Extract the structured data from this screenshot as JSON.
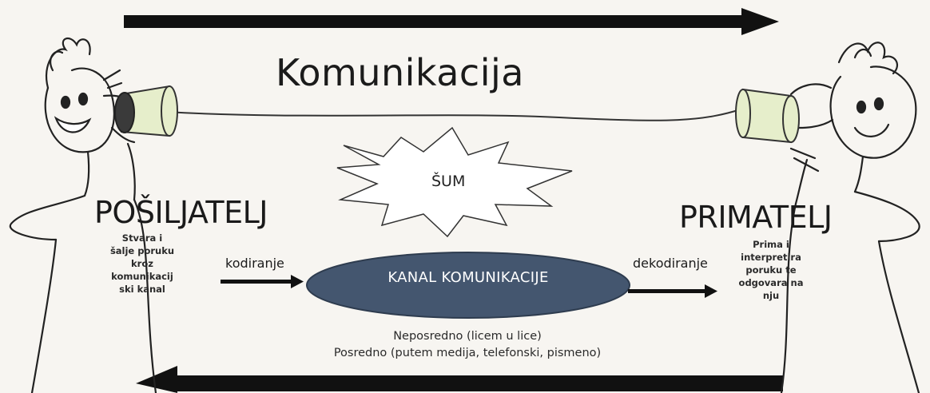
{
  "title": "Komunikacija",
  "sender": {
    "title": "POŠILJATELJ",
    "description_lines": [
      "Stvara i",
      "šalje poruku",
      "kroz",
      "komunikacij",
      "ski kanal"
    ]
  },
  "receiver": {
    "title": "PRIMATELJ",
    "description_lines": [
      "Prima i",
      "interpretira",
      "poruku te",
      "odgovara na",
      "nju"
    ]
  },
  "noise_label": "ŠUM",
  "encode_label": "kodiranje",
  "decode_label": "dekodiranje",
  "channel_label": "KANAL KOMUNIKACIJE",
  "channel_modes": [
    "Neposredno (licem u lice)",
    "Posredno (putem medija, telefonski, pismeno)"
  ],
  "colors": {
    "channel_fill": "#44566f",
    "cup_fill": "#e6eecb",
    "background": "#f7f5f1",
    "ink": "#111111"
  }
}
